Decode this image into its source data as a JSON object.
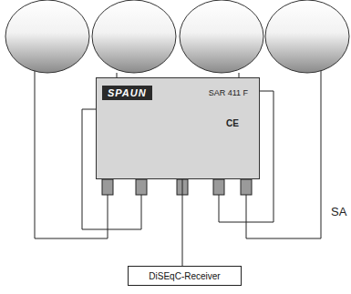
{
  "diagram": {
    "nodes": [
      {
        "text": [
          "SPAUN",
          "SAR 411 F"
        ]
      },
      {
        "text": [
          "DiSEqC-Receiver"
        ]
      }
    ],
    "edges": [
      {
        "from": 0,
        "to": 1,
        "arrow": "none"
      }
    ],
    "labels": [
      "CE",
      "SA"
    ]
  }
}
